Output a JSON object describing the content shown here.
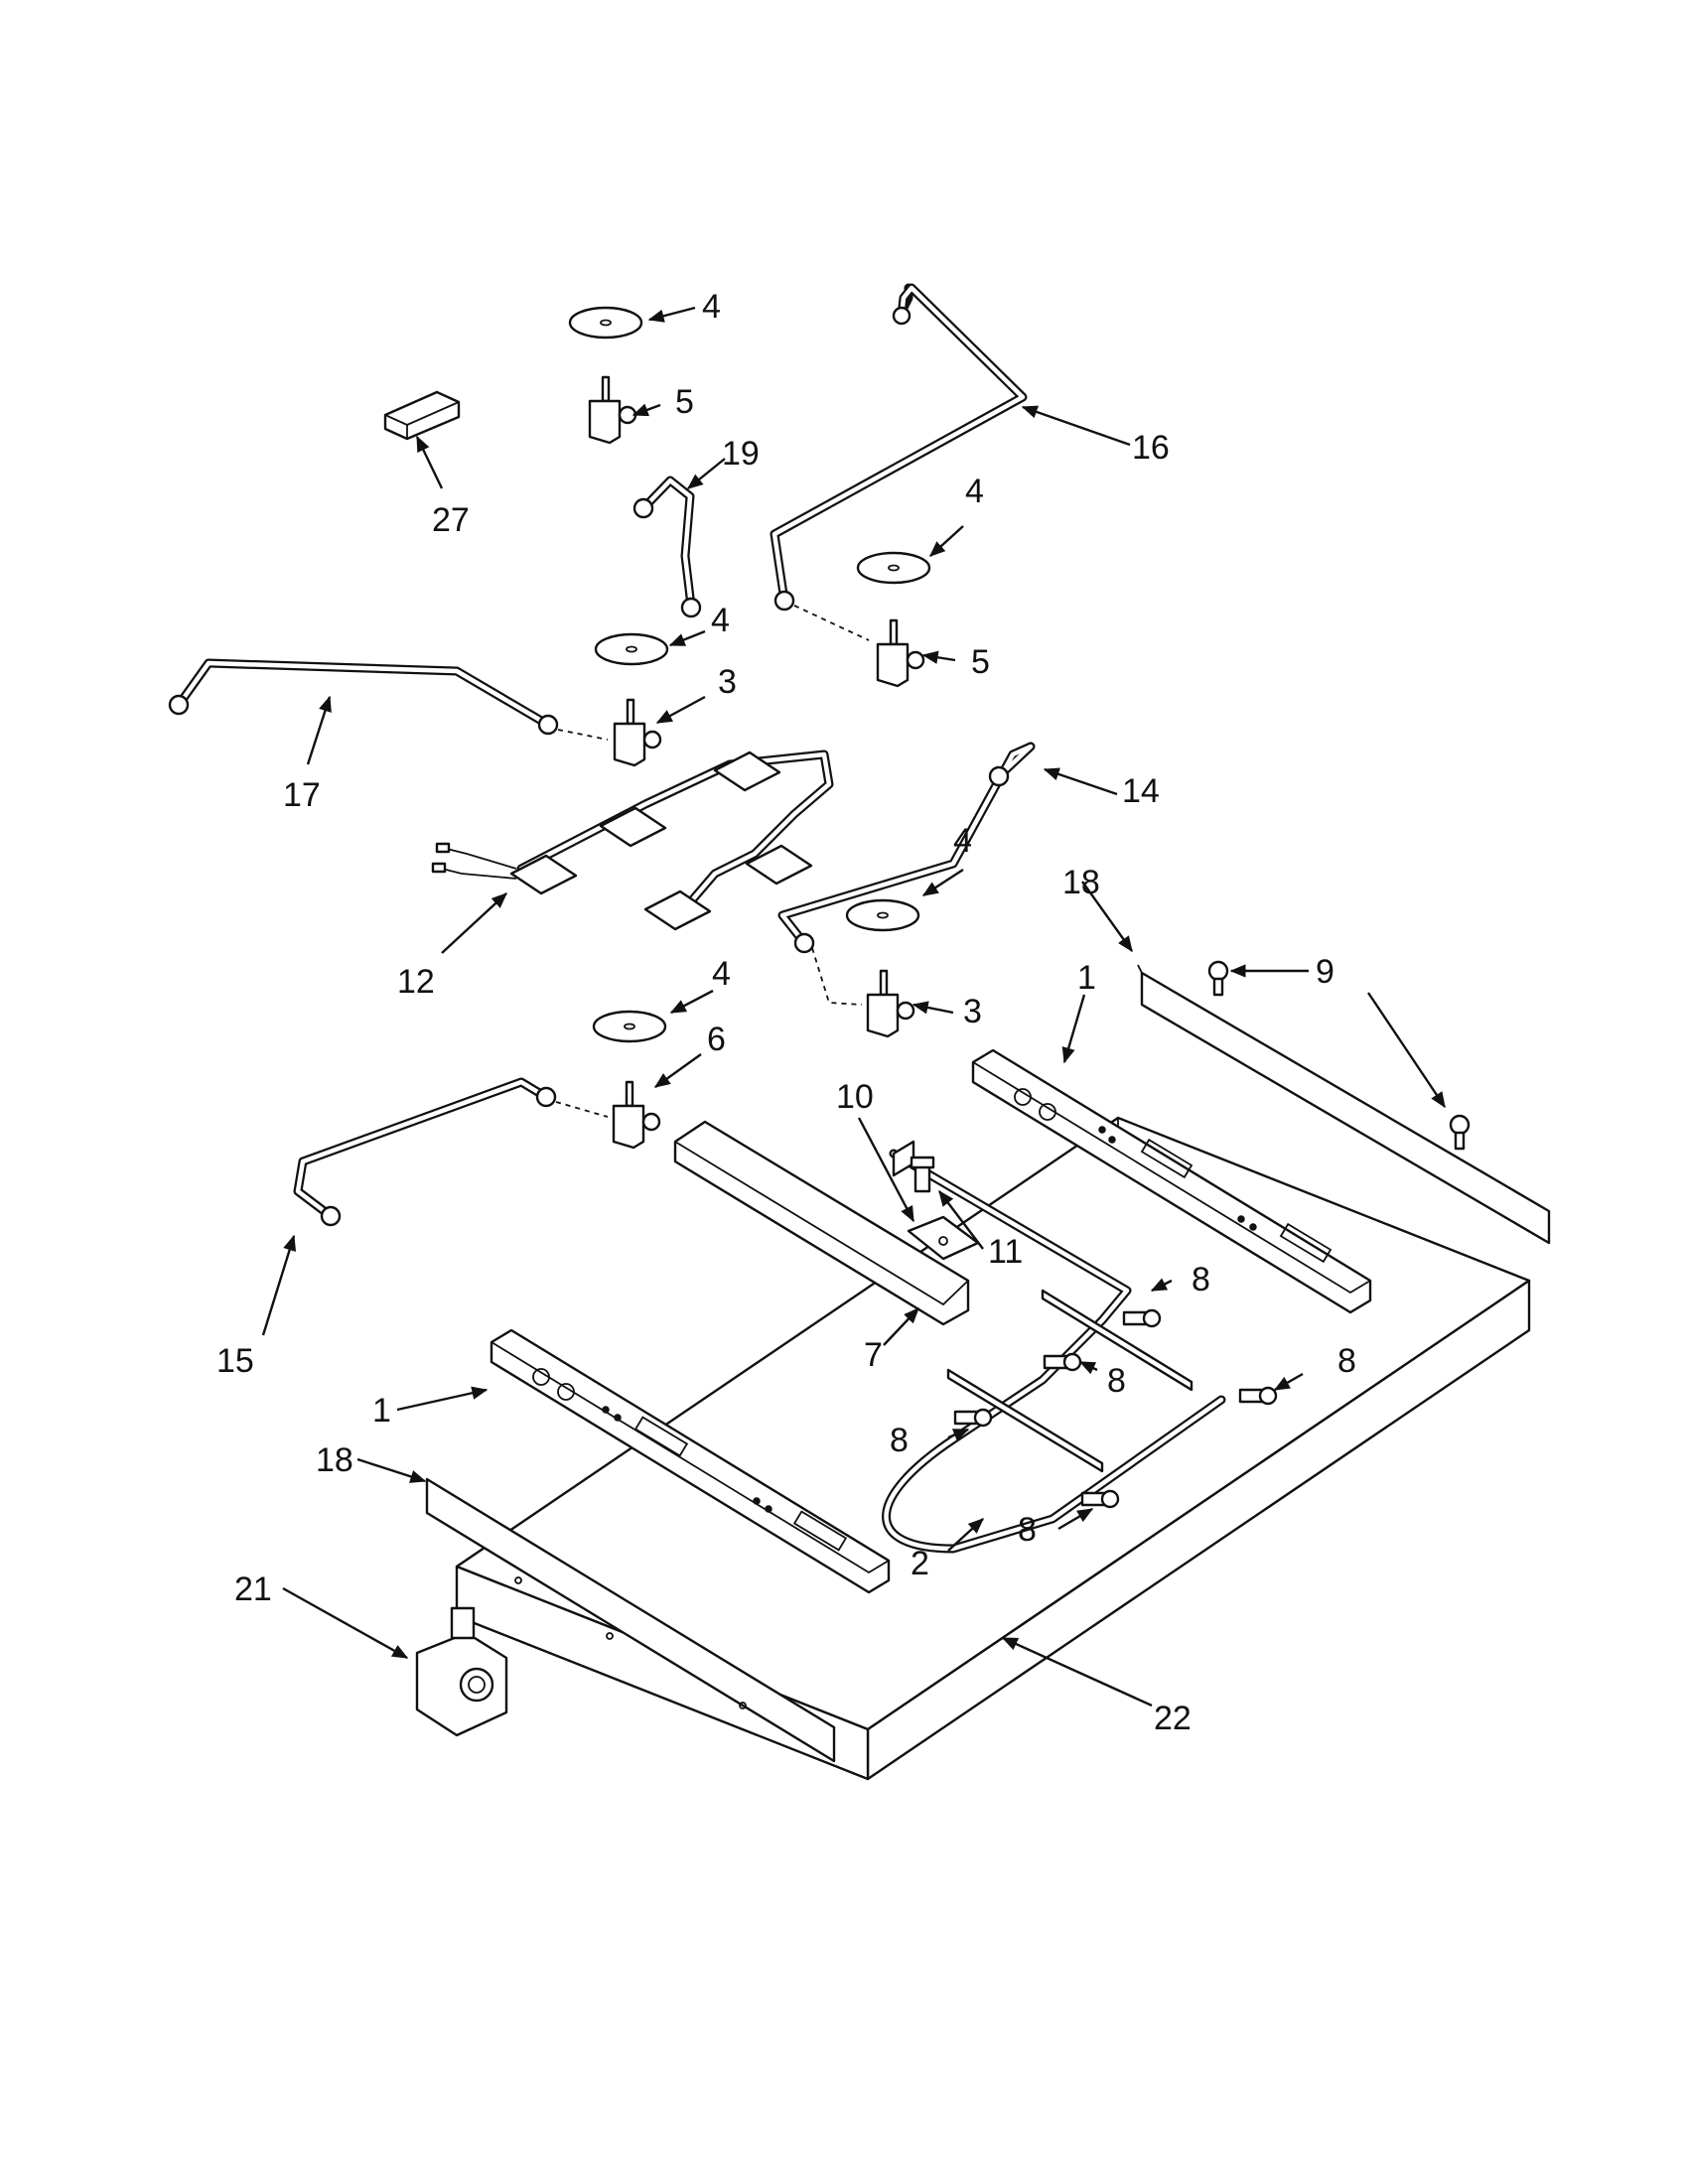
{
  "callouts": {
    "c1": "1",
    "c2": "2",
    "c3": "3",
    "c4": "4",
    "c5": "5",
    "c6": "6",
    "c7": "7",
    "c8": "8",
    "c9": "9",
    "c10": "10",
    "c11": "11",
    "c12": "12",
    "c14": "14",
    "c15": "15",
    "c16": "16",
    "c17": "17",
    "c18": "18",
    "c19": "19",
    "c21": "21",
    "c22": "22",
    "c27": "27"
  },
  "icons": {
    "arrowhead": "arrowhead-icon"
  }
}
